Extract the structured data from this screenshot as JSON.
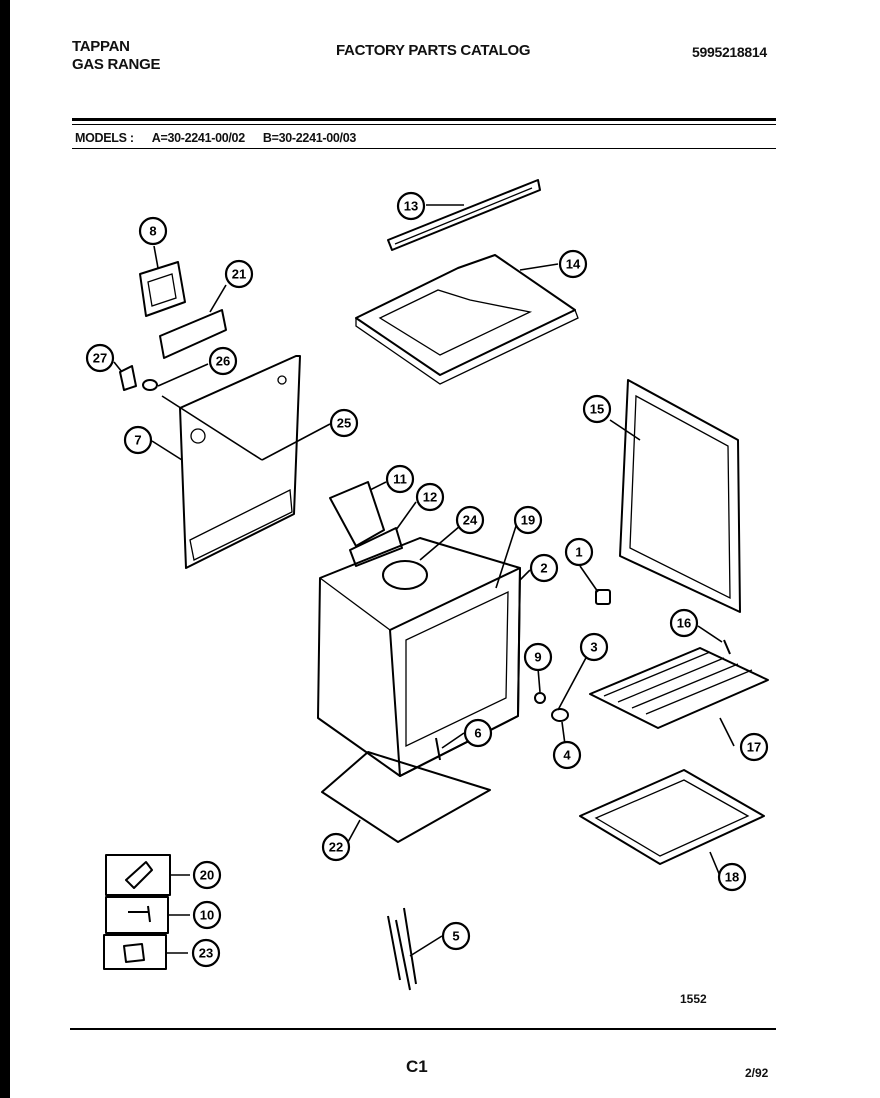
{
  "header": {
    "brand_line1": "TAPPAN",
    "brand_line2": "GAS RANGE",
    "catalog_title": "FACTORY PARTS CATALOG",
    "catalog_number": "5995218814"
  },
  "models": {
    "label": "MODELS :",
    "model_a": "A=30-2241-00/02",
    "model_b": "B=30-2241-00/03"
  },
  "callouts": [
    "1",
    "2",
    "3",
    "4",
    "5",
    "6",
    "7",
    "8",
    "9",
    "10",
    "11",
    "12",
    "13",
    "14",
    "15",
    "16",
    "17",
    "18",
    "19",
    "20",
    "21",
    "22",
    "23",
    "24",
    "25",
    "26",
    "27"
  ],
  "footer": {
    "drawing_number": "1552",
    "page_code": "C1",
    "date_code": "2/92"
  }
}
